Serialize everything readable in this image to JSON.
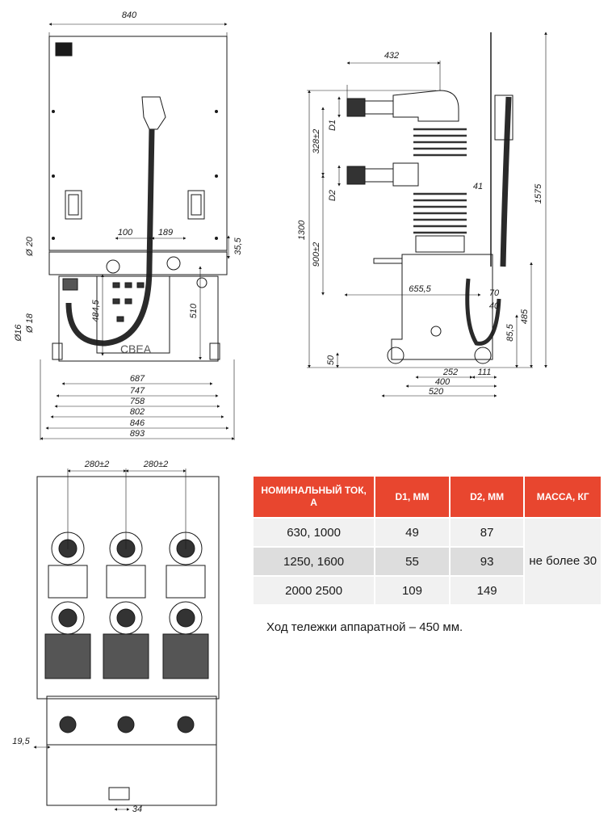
{
  "dimensions": {
    "front": [
      "840",
      "100",
      "189",
      "35,5",
      "Ø 20",
      "484,5",
      "510",
      "Ø16",
      "Ø 18",
      "687",
      "747",
      "758",
      "802",
      "846",
      "893"
    ],
    "side": [
      "432",
      "D1",
      "328±2",
      "D2",
      "1300",
      "900±2",
      "41",
      "1575",
      "655,5",
      "70",
      "40",
      "85,5",
      "485",
      "50",
      "252",
      "111",
      "400",
      "520"
    ],
    "bottom": [
      "280±2",
      "280±2",
      "19,5",
      "34"
    ]
  },
  "logo": "СВЕА",
  "table": {
    "headers": [
      "НОМИНАЛЬНЫЙ ТОК, А",
      "D1, ММ",
      "D2, ММ",
      "МАССА, КГ"
    ],
    "rows": [
      {
        "current": "630, 1000",
        "d1": "49",
        "d2": "87"
      },
      {
        "current": "1250, 1600",
        "d1": "55",
        "d2": "93"
      },
      {
        "current": "2000 2500",
        "d1": "109",
        "d2": "149"
      }
    ],
    "mass": "не более 30"
  },
  "note": "Ход тележки аппаратной – 450 мм.",
  "colors": {
    "header": "#e8462f",
    "row_light": "#f1f1f1",
    "row_dark": "#dddddd"
  }
}
